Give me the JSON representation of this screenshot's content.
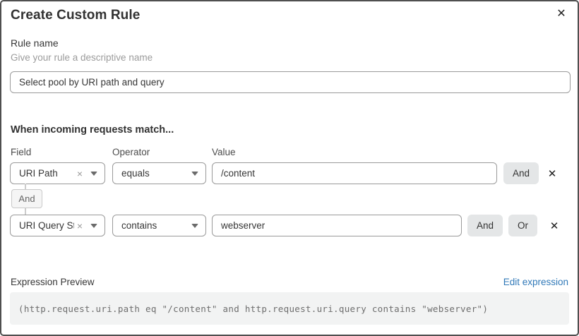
{
  "modal": {
    "title": "Create Custom Rule",
    "close_icon": "✕"
  },
  "rule_name": {
    "label": "Rule name",
    "helper": "Give your rule a descriptive name",
    "value": "Select pool by URI path and query"
  },
  "match": {
    "heading": "When incoming requests match...",
    "columns": {
      "field": "Field",
      "operator": "Operator",
      "value": "Value"
    },
    "connector_label": "And",
    "rows": [
      {
        "field": "URI Path",
        "clear_icon": "×",
        "operator": "equals",
        "value": "/content",
        "and_label": "And",
        "remove_icon": "✕"
      },
      {
        "field": "URI Query St...",
        "clear_icon": "×",
        "operator": "contains",
        "value": "webserver",
        "and_label": "And",
        "or_label": "Or",
        "remove_icon": "✕"
      }
    ]
  },
  "preview": {
    "label": "Expression Preview",
    "edit_link": "Edit expression",
    "expression": "(http.request.uri.path eq \"/content\" and http.request.uri.query contains \"webserver\")"
  },
  "colors": {
    "link_blue": "#3079b8",
    "button_gray": "#e4e6e7",
    "modal_border": "#4f4f4f",
    "input_border": "#9a9a9a",
    "code_background": "#f2f3f3"
  }
}
